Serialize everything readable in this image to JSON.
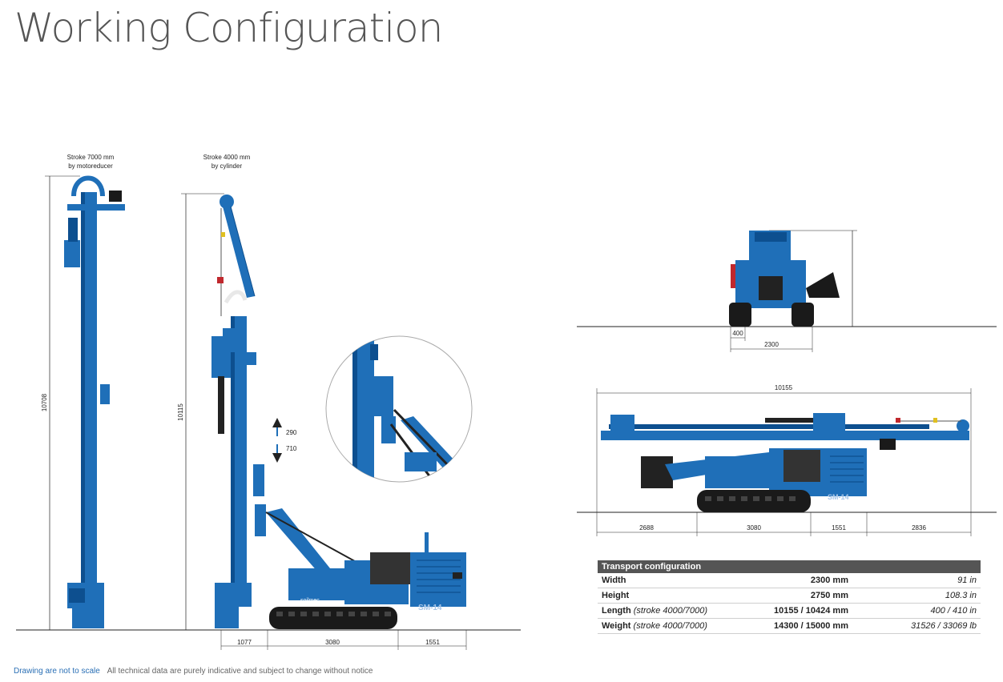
{
  "page": {
    "title": "Working Configuration"
  },
  "left_view": {
    "rig1": {
      "label_line1": "Stroke 7000 mm",
      "label_line2": "by motoreducer",
      "height": "10708"
    },
    "rig2": {
      "label_line1": "Stroke 4000 mm",
      "label_line2": "by cylinder",
      "height": "10115"
    },
    "stroke_up": "290",
    "stroke_down": "710",
    "base_dims": [
      "1077",
      "3080",
      "1551"
    ],
    "machine_text": "SM-14",
    "brand_text": "soilmec"
  },
  "front_view": {
    "dim_small": "400",
    "dim_width": "2300"
  },
  "side_view": {
    "dim_total": "10155",
    "dims": [
      "2688",
      "3080",
      "1551",
      "2836"
    ],
    "machine_text": "SM-14"
  },
  "transport": {
    "header": "Transport configuration",
    "rows": [
      {
        "label": "Width",
        "note": "",
        "mm": "2300 mm",
        "in": "91 in"
      },
      {
        "label": "Height",
        "note": "",
        "mm": "2750 mm",
        "in": "108.3 in"
      },
      {
        "label": "Length",
        "note": "(stroke 4000/7000)",
        "mm": "10155 / 10424 mm",
        "in": "400 / 410 in"
      },
      {
        "label": "Weight",
        "note": "(stroke 4000/7000)",
        "mm": "14300 / 15000 mm",
        "in": "31526 / 33069 lb"
      }
    ]
  },
  "footer": {
    "note": "Drawing are not to scale",
    "disclaimer": "All technical data are purely indicative and subject to change without notice"
  },
  "colors": {
    "machine_blue": "#1f6fb8",
    "dark_blue": "#0d4f8f",
    "track": "#1a1a1a",
    "accent_red": "#c0282d"
  }
}
